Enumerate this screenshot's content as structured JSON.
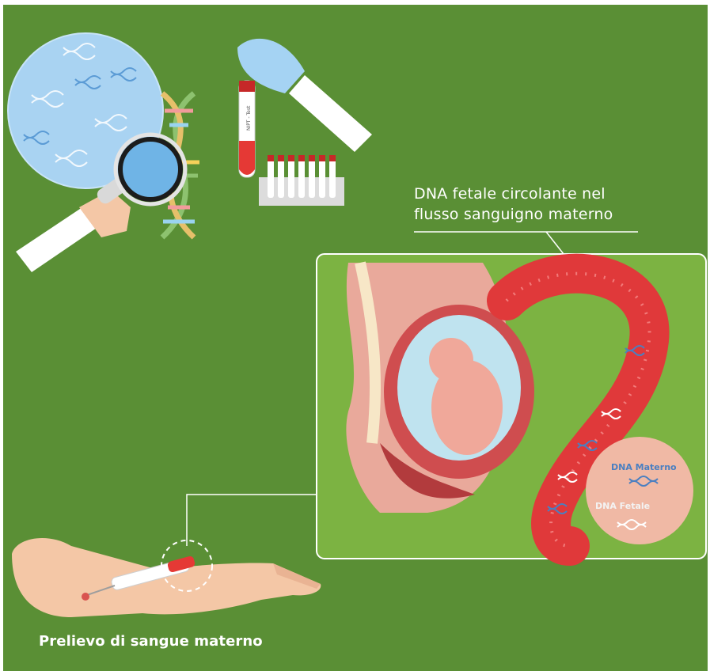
{
  "callout": {
    "line1": "DNA fetale circolante nel",
    "line2": "flusso sanguigno materno"
  },
  "legend": {
    "maternal": "DNA Materno",
    "fetal": "DNA Fetale"
  },
  "caption": "Prelievo di sangue materno",
  "tube_label": "NIPT - Test",
  "colors": {
    "background": "#5a8f35",
    "inner_panel": "#7cb342",
    "skin": "#f4c7a6",
    "blood": "#e0393a",
    "maternal_dna": "#4a7fc1",
    "fetal_dna": "#ffffff"
  }
}
